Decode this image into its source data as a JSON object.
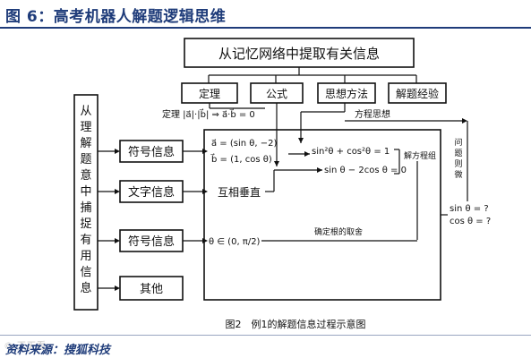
{
  "header": {
    "title": "图 6：高考机器人解题逻辑思维"
  },
  "diagram": {
    "top_box": "从记忆网络中提取有关信息",
    "categories": [
      "定理",
      "公式",
      "思想方法",
      "解题经验"
    ],
    "left_vertical": [
      "从",
      "理",
      "解",
      "题",
      "意",
      "中",
      "捕",
      "捉",
      "有",
      "用",
      "信",
      "息"
    ],
    "info_boxes": [
      "符号信息",
      "文字信息",
      "符号信息",
      "其他"
    ],
    "formula_a": "a⃗ = (sin θ, −2)",
    "formula_b": "b⃗ = (1, cos θ)",
    "perp": "互相垂直",
    "theorem_note": "定理 |a⃗|·|b⃗| ⇒ a⃗·b⃗ = 0",
    "method_note": "方程思想",
    "eq1": "sin²θ + cos²θ = 1",
    "eq2": "sin θ − 2cos θ = 0",
    "solve_label": "解方程组",
    "range": "θ ∈ (0, π/2)",
    "root_choice": "确定根的取舍",
    "vertical_label": [
      "问",
      "题",
      "则",
      "微"
    ],
    "answer_sin": "sin θ = ?",
    "answer_cos": "cos θ = ?",
    "caption": "图2　例1的解题信息过程示意图"
  },
  "footer": {
    "source": "资料来源：搜狐科技",
    "watermark": "© 天天看"
  }
}
